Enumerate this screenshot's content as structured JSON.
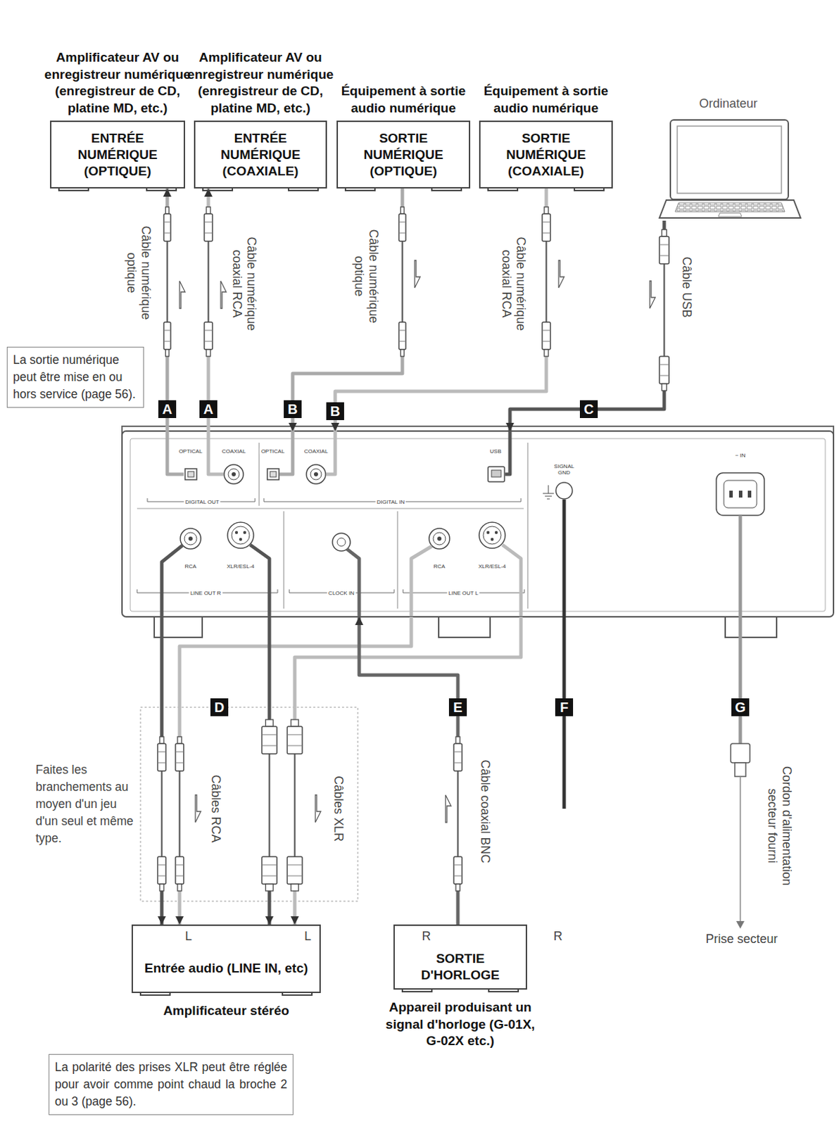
{
  "diagram": {
    "nodes": [
      {
        "text": [
          "Amplificateur AV ou enregistreur numérique (enregistreur de CD, platine MD, etc.)",
          "ENTRÉE NUMÉRIQUE (OPTIQUE)"
        ]
      },
      {
        "text": [
          "Amplificateur AV ou enregistreur numérique (enregistreur de CD, platine MD, etc.)",
          "ENTRÉE NUMÉRIQUE (COAXIALE)"
        ]
      },
      {
        "text": [
          "Équipement à sortie audio numérique",
          "SORTIE NUMÉRIQUE (OPTIQUE)"
        ]
      },
      {
        "text": [
          "Équipement à sortie audio numérique",
          "SORTIE NUMÉRIQUE (COAXIALE)"
        ]
      },
      {
        "text": [
          "Ordinateur"
        ]
      },
      {
        "text": [
          "La sortie numérique peut être mise en ou hors service (page 56)."
        ]
      },
      {
        "text": [
          "OPTICAL",
          "COAXIAL",
          "DIGITAL OUT",
          "OPTICAL",
          "COAXIAL",
          "USB",
          "DIGITAL IN",
          "SIGNAL GND",
          "~ IN",
          "RCA",
          "XLR/ESL-4",
          "LINE OUT R",
          "CLOCK IN",
          "RCA",
          "XLR/ESL-4",
          "LINE OUT L"
        ]
      },
      {
        "text": [
          "Entrée audio (LINE IN, etc)",
          "Amplificateur stéréo"
        ]
      },
      {
        "text": [
          "SORTIE D'HORLOGE",
          "Appareil produisant un signal d'horloge (G-01X, G-02X etc.)"
        ]
      },
      {
        "text": [
          "La polarité des prises XLR peut être réglée pour avoir comme point chaud la broche 2 ou 3 (page 56)."
        ]
      }
    ],
    "edges": [
      {
        "from": 6,
        "to": 0,
        "arrow": "to",
        "label": "A"
      },
      {
        "from": 6,
        "to": 1,
        "arrow": "to",
        "label": "A"
      },
      {
        "from": 2,
        "to": 6,
        "arrow": "to",
        "label": "B"
      },
      {
        "from": 3,
        "to": 6,
        "arrow": "to",
        "label": "B"
      },
      {
        "from": 4,
        "to": 6,
        "arrow": "to",
        "label": "C"
      },
      {
        "from": 6,
        "to": 7,
        "arrow": "to"
      },
      {
        "from": 6,
        "to": 7,
        "arrow": "to"
      },
      {
        "from": 6,
        "to": 7,
        "arrow": "to"
      },
      {
        "from": 6,
        "to": 7,
        "arrow": "to"
      },
      {
        "from": 8,
        "to": 6,
        "arrow": "to",
        "label": "E"
      }
    ],
    "labels": [
      "Câble numérique optique",
      "Câble numérique coaxial RCA",
      "Câble numérique optique",
      "Câble numérique coaxial RCA",
      "Câble USB",
      "D",
      "F",
      "G",
      "Faites les branchements au moyen d'un jeu d'un seul et même type.",
      "Câbles RCA",
      "Câbles XLR",
      "Câble coaxial BNC",
      "Cordon d'alimentation secteur fourni",
      "Prise secteur",
      "L",
      "L",
      "R",
      "R"
    ]
  }
}
